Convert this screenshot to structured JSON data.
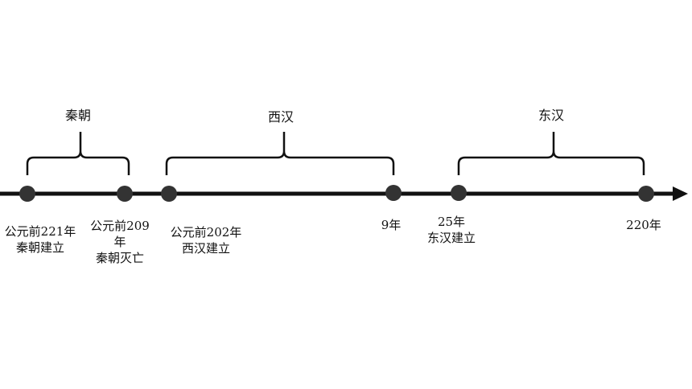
{
  "periods": [
    {
      "name": "秦朝"
    },
    {
      "name": "西汉"
    },
    {
      "name": "东汉"
    }
  ],
  "events": [
    {
      "label": "公元前221年\n秦朝建立"
    },
    {
      "label": "公元前209\n年\n秦朝灭亡"
    },
    {
      "label": "公元前202年\n西汉建立"
    },
    {
      "label": "9年"
    },
    {
      "label": "25年\n东汉建立"
    },
    {
      "label": "220年"
    }
  ],
  "colors": {
    "line": "#111111",
    "dot": "#333333",
    "text": "#111111"
  }
}
